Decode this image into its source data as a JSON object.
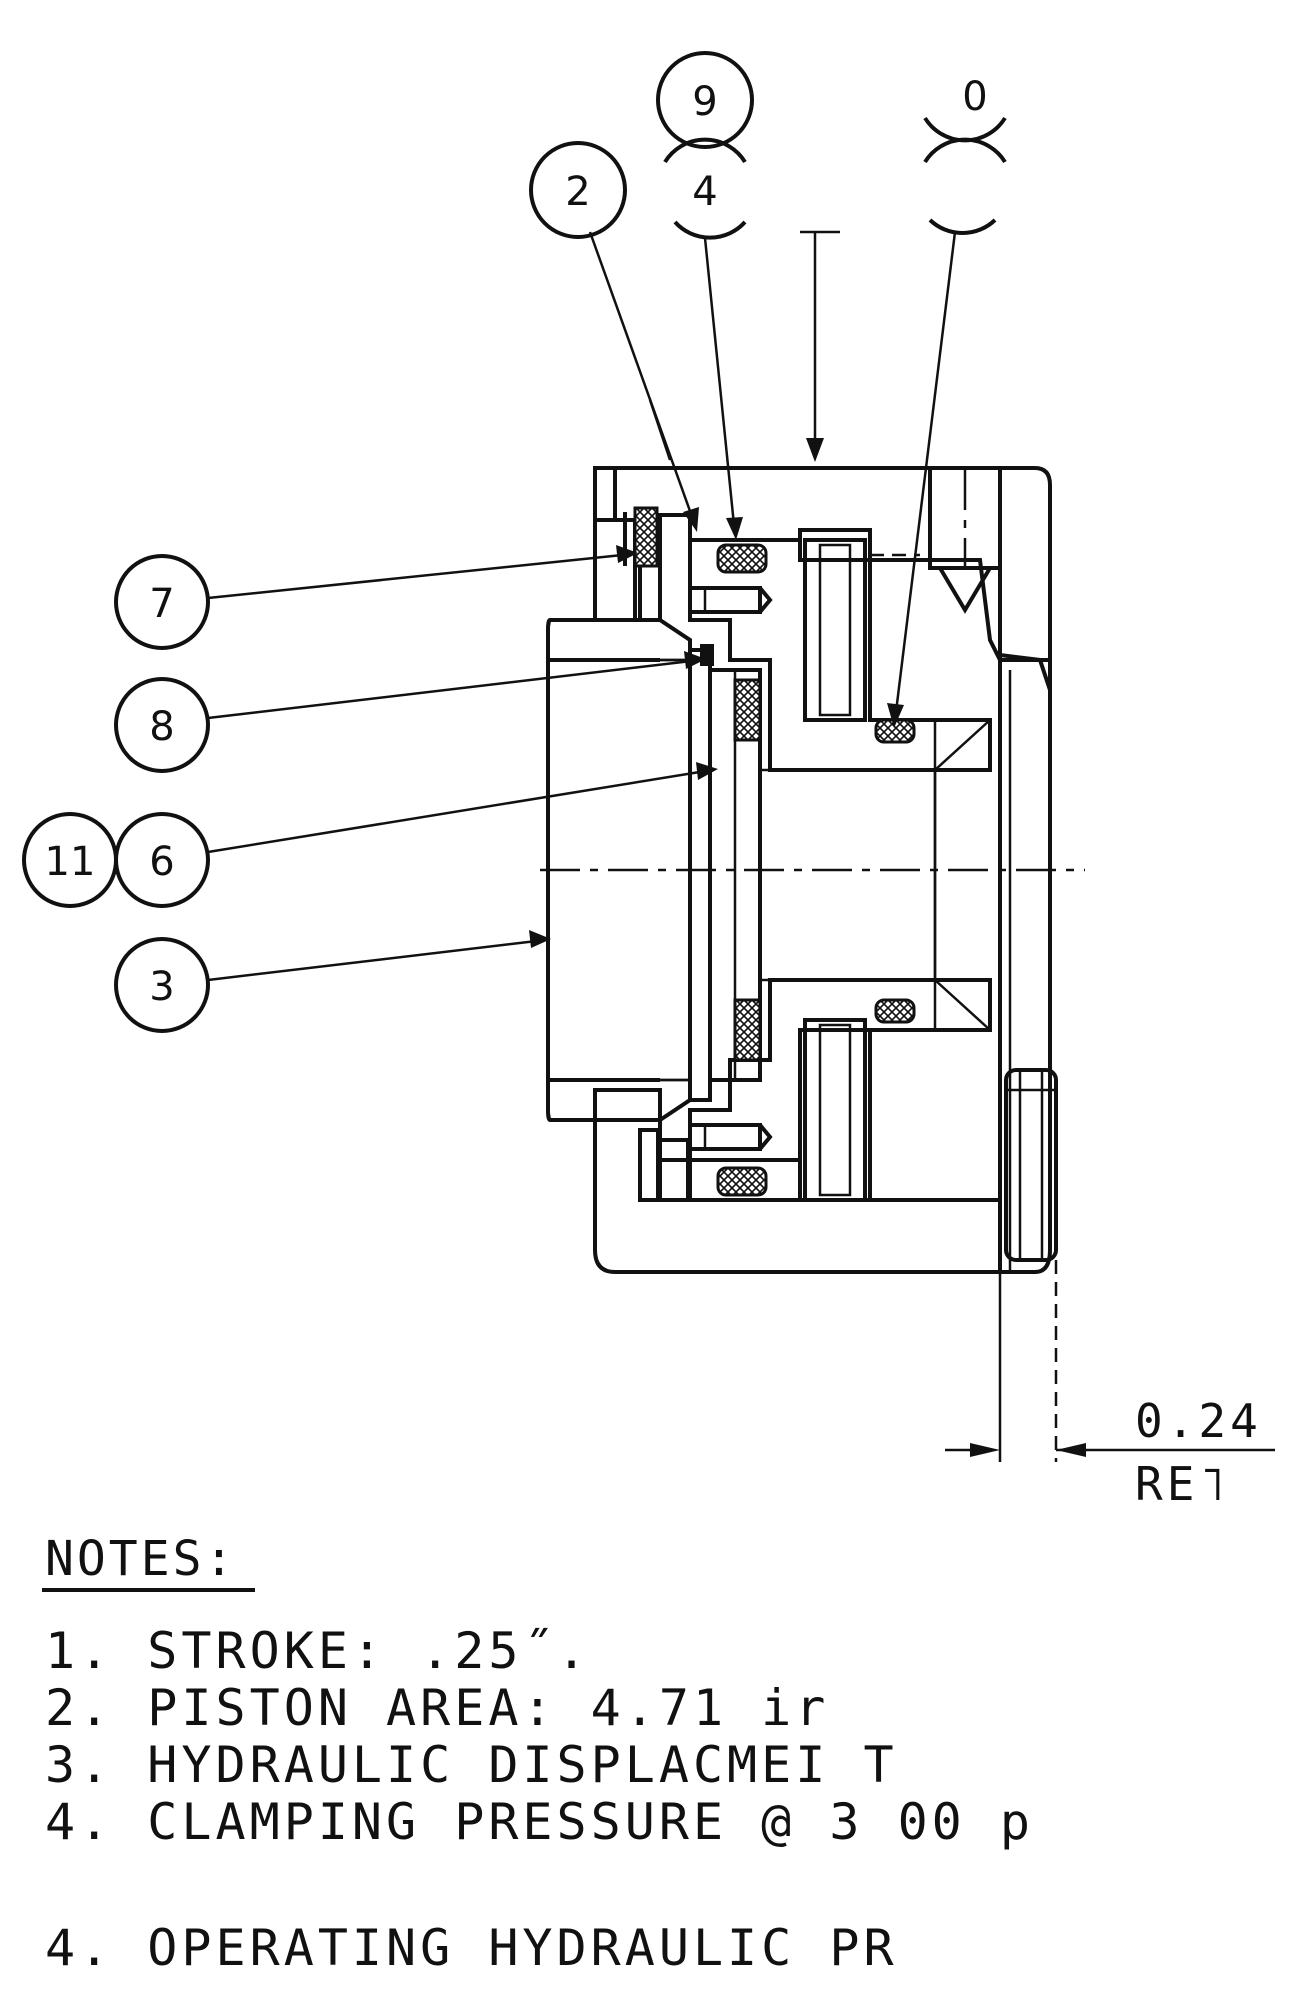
{
  "callouts": [
    {
      "id": "callout-9",
      "label": "9"
    },
    {
      "id": "callout-4",
      "label": "4"
    },
    {
      "id": "callout-0",
      "label": "0"
    },
    {
      "id": "callout-2",
      "label": "2"
    },
    {
      "id": "callout-7",
      "label": "7"
    },
    {
      "id": "callout-8",
      "label": "8"
    },
    {
      "id": "callout-11",
      "label": "11"
    },
    {
      "id": "callout-6",
      "label": "6"
    },
    {
      "id": "callout-3",
      "label": "3"
    }
  ],
  "dimension": {
    "value": "0.24",
    "ref": "RE˥"
  },
  "notes": {
    "title": "NOTES:",
    "items": [
      "1.  STROKE: .25˝.",
      "2.  PISTON AREA: 4.71  ir",
      "3.  HYDRAULIC DISPLACMEI T",
      "4.  CLAMPING PRESSURE @ 3   00 p",
      "4.  OPERATING HYDRAULIC PR"
    ]
  }
}
